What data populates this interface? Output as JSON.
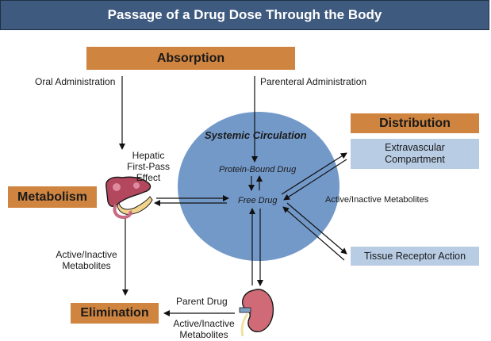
{
  "title": "Passage of a Drug Dose Through the Body",
  "colors": {
    "title_bar": "#3e5a7f",
    "process_box": "#cf843f",
    "compartment_box": "#b8cce4",
    "circulation": "#7399c9"
  },
  "boxes": {
    "absorption": "Absorption",
    "distribution": "Distribution",
    "metabolism": "Metabolism",
    "elimination": "Elimination",
    "extravascular_line1": "Extravascular",
    "extravascular_line2": "Compartment",
    "tissue_receptor": "Tissue Receptor Action"
  },
  "circulation": {
    "label": "Systemic Circulation",
    "protein_bound": "Protein-Bound Drug",
    "free_drug": "Free Drug"
  },
  "labels": {
    "oral": "Oral Administration",
    "parenteral": "Parenteral Administration",
    "hepatic_1": "Hepatic",
    "hepatic_2": "First-Pass",
    "hepatic_3": "Effect",
    "metabolites_right": "Active/Inactive Metabolites",
    "metabolites_left_1": "Active/Inactive",
    "metabolites_left_2": "Metabolites",
    "parent_drug": "Parent Drug",
    "metabolites_bottom_1": "Active/Inactive",
    "metabolites_bottom_2": "Metabolites"
  },
  "icons": {
    "liver": "liver-pancreas-icon",
    "kidney": "kidney-icon"
  }
}
